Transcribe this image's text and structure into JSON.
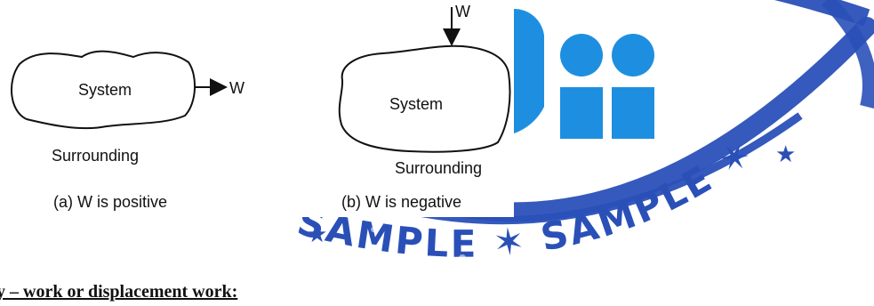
{
  "figure_a": {
    "system_label": "System",
    "work_label": "W",
    "surrounding_label": "Surrounding",
    "caption": "(a) W is positive"
  },
  "figure_b": {
    "system_label": "System",
    "work_label": "W",
    "surrounding_label": "Surrounding",
    "caption": "(b) W is negative"
  },
  "section_heading": "y – work or displacement work:",
  "stamp": {
    "text": "SAMPLE ✶ SAMPLE ✶",
    "color": "#2a50b8",
    "logo_color": "#1e8fe0"
  }
}
